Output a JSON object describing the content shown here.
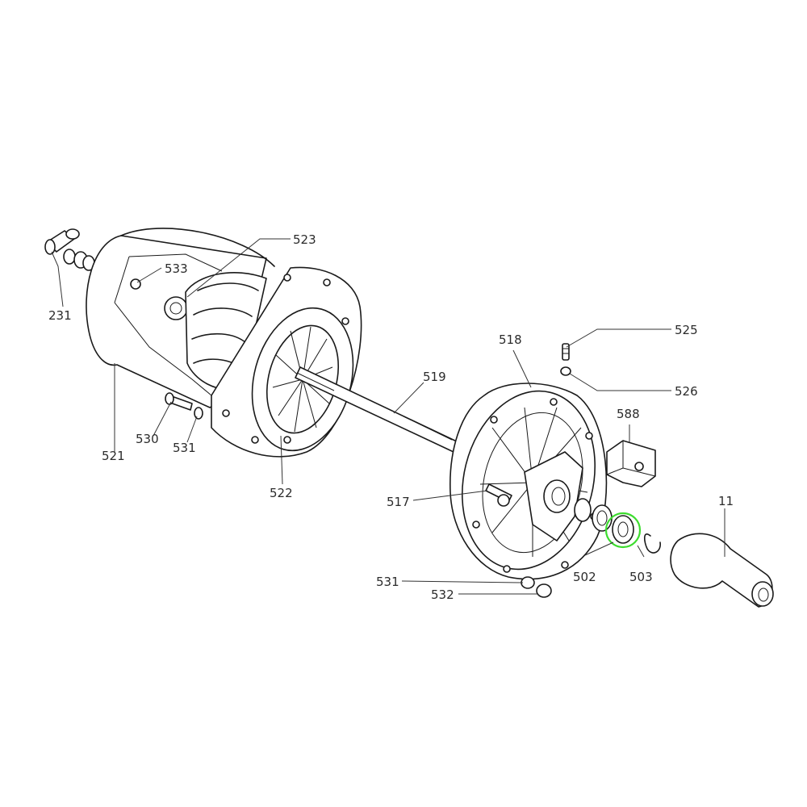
{
  "diagram": {
    "part_labels": [
      "523",
      "533",
      "231",
      "521",
      "530",
      "531",
      "522",
      "519",
      "518",
      "525",
      "526",
      "588",
      "517",
      "11",
      "502",
      "503",
      "531",
      "532"
    ],
    "highlight_color": "#3ddc2f",
    "line_color": "#1a1a1a"
  }
}
